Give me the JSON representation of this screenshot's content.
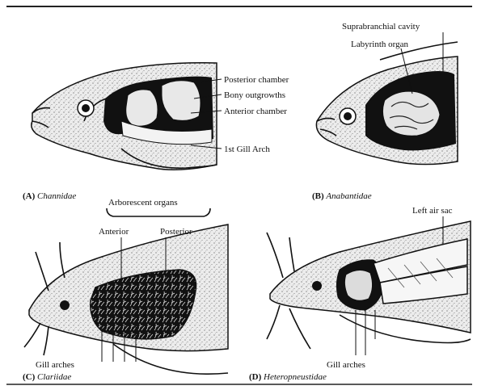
{
  "panels": {
    "a": {
      "caption_letter": "(A)",
      "caption_name": "Channidae",
      "labels": {
        "posterior_chamber": "Posterior chamber",
        "bony_outgrowths": "Bony outgrowths",
        "anterior_chamber": "Anterior chamber",
        "gill_arch": "1st Gill Arch"
      }
    },
    "b": {
      "caption_letter": "(B)",
      "caption_name": "Anabantidae",
      "labels": {
        "suprabranchial_cavity": "Suprabranchial cavity",
        "labyrinth_organ": "Labyrinth organ"
      }
    },
    "c": {
      "caption_letter": "(C)",
      "caption_name": "Clariidae",
      "labels": {
        "arborescent_organs": "Arborescent organs",
        "anterior": "Anterior",
        "posterior": "Posterior",
        "gill_arches": "Gill arches"
      }
    },
    "d": {
      "caption_letter": "(D)",
      "caption_name": "Heteropneustidae",
      "labels": {
        "left_air_sac": "Left air sac",
        "gill_arches": "Gill arches"
      }
    }
  }
}
